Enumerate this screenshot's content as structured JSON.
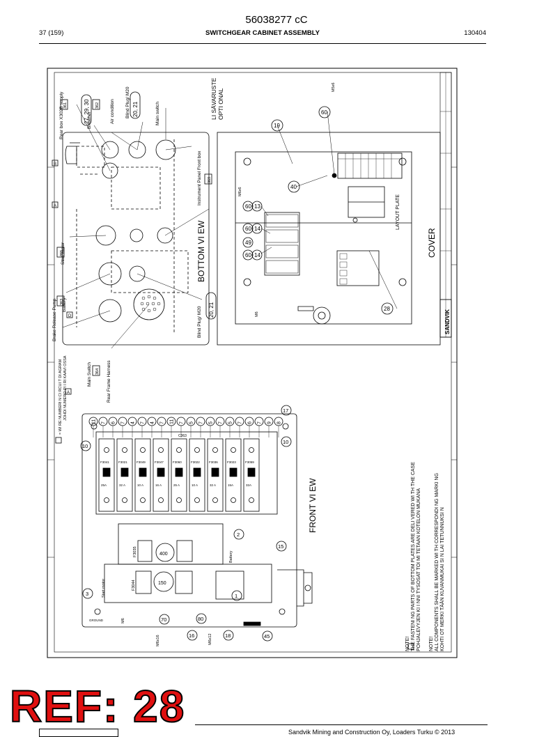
{
  "header": {
    "doc_id": "56038277 cC",
    "page": "37 (159)",
    "section": "SWITCHGEAR CABINET ASSEMBLY",
    "date_code": "130404"
  },
  "drawing": {
    "bottom_view": {
      "title": "BOTTOM VI EW",
      "labels": [
        "Rear box X302B supply",
        "Breather",
        "Air condition",
        "Blind Plug/ M20",
        "Main switch",
        "Instrument Panel Front box",
        "Start motor",
        "Battery",
        "Brake Release Pump",
        "Blind Plug/ M20",
        "Main Switch",
        "Rear Frame Harness"
      ],
      "boxes": [
        "361",
        "362",
        "363",
        "364",
        "365",
        "369"
      ],
      "callouts": [
        "27, 29, 30",
        "20, 21",
        "20, 21"
      ],
      "markers": [
        "A",
        "B",
        "C",
        "D"
      ],
      "wire_note": [
        "= WI RE NUMBERI N CI RCUI T DI AGRAM",
        "JOHDI NUMERO PI I RI KAAVI OSSA"
      ]
    },
    "cover": {
      "optional": [
        "LI SÄVARUSTE",
        "OPTI ONAL"
      ],
      "title": "COVER",
      "layout_plate": "LAYOUT PLATE",
      "callouts": [
        "19",
        "40",
        "60",
        "60",
        "13",
        "14",
        "60",
        "49",
        "60",
        "14",
        "28"
      ],
      "m_labels": [
        "M6",
        "M6x6",
        "M5x6"
      ],
      "brand": "SANDVIK"
    },
    "front_view": {
      "title": "FRONT VI EW",
      "top_callouts": [
        "11",
        "7",
        "6",
        "7",
        "4",
        "7",
        "4",
        "7",
        "11",
        "7",
        "5",
        "7",
        "5",
        "7",
        "5",
        "7",
        "6",
        "7",
        "9",
        "8",
        "17"
      ],
      "fuses": [
        "F3041",
        "F3021",
        "F3049",
        "F3047",
        "F3060",
        "F3022",
        "F3036",
        "F3023",
        "F3059"
      ],
      "ratings": [
        "25A",
        "32 A",
        "10 A",
        "16 A",
        "25 A",
        "10 A",
        "32 A",
        "15A",
        "32A"
      ],
      "relays": [
        "F3035",
        "F3044"
      ],
      "relay_values": [
        "400",
        "150"
      ],
      "side_callouts": [
        "10",
        "10",
        "2",
        "15",
        "3",
        "1",
        "70",
        "16",
        "80",
        "18",
        "45"
      ],
      "m_labels": [
        "M6x16",
        "M6x12",
        "M6"
      ],
      "misc": [
        "Battery",
        "Start motor",
        "C363",
        "GROUND"
      ]
    },
    "notes": [
      "NOTE!",
      "THE FASTENI NG PARTS OF BOTTOM PLATES ARE DELI VERED WI TH THE CASE",
      "POHJALEVYJEN KI I NNI TYSOSAT TOI MI TETAAN KOTELON MUKANA",
      "NOTE!",
      "ALL COMPONENTS SHALL BE MARKED WI TH CORRESPONDI NG MARKI NG",
      "KOHTI OT MERKI TÄÄN KUVANMUKAI SI N LAI TETUNNUKSI N"
    ]
  },
  "ref_label": "REF: 28",
  "footer": {
    "text": "Sandvik Mining and Construction Oy, Loaders Turku © 2013"
  }
}
